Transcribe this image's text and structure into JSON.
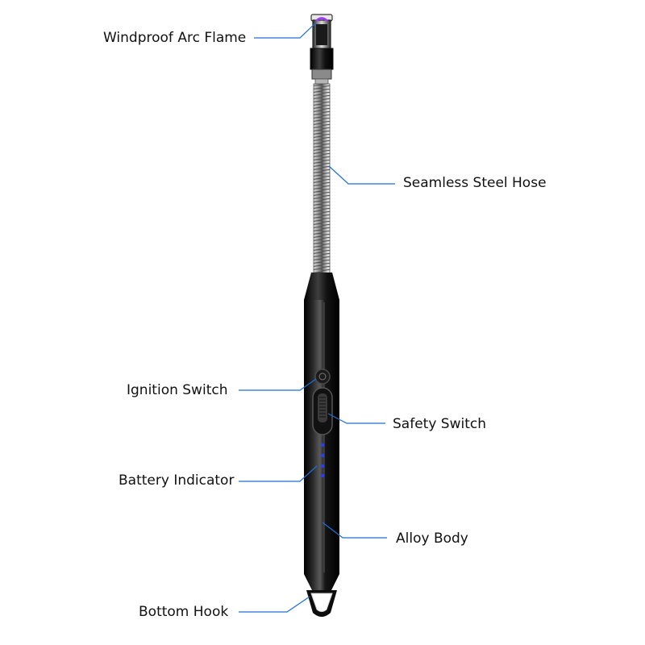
{
  "labels": {
    "flame": "Windproof Arc Flame",
    "hose": "Seamless Steel Hose",
    "ignition": "Ignition Switch",
    "safety": "Safety Switch",
    "battery": "Battery Indicator",
    "body": "Alloy Body",
    "hook": "Bottom Hook"
  },
  "colors": {
    "leader_line": "#1f6fd6",
    "body": "#0b0b0b",
    "hose": "#a9a9a9",
    "battery_led": "#2a3cff",
    "arc": "#a23cff",
    "background": "#ffffff"
  }
}
